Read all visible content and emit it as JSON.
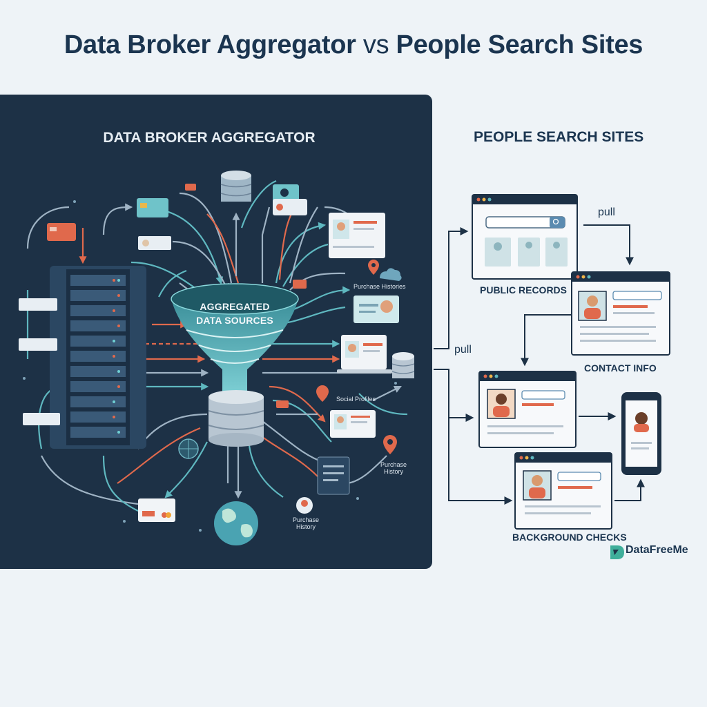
{
  "title": {
    "part1": "Data Broker Aggregator",
    "vs": "vs",
    "part2": "People Search Sites"
  },
  "left_panel": {
    "heading": "DATA BROKER AGGREGATOR",
    "funnel_line1": "AGGREGATED",
    "funnel_line2": "DATA SOURCES",
    "tiny_labels": {
      "purchase_histories": "Purchase Histories",
      "social_profiles": "Social Profiles",
      "purchase_history_a": "Purchase History",
      "purchase_history_b": "Purchase History"
    }
  },
  "right_panel": {
    "heading": "PEOPLE SEARCH SITES",
    "labels": {
      "public_records": "PUBLIC RECORDS",
      "contact_info": "CONTACT INFO",
      "background_checks": "BACKGROUND CHECKS"
    },
    "pull_top": "pull",
    "pull_left": "pull"
  },
  "brand": {
    "name": "DataFreeMe"
  },
  "colors": {
    "navy": "#1d3146",
    "teal": "#4fb8c0",
    "coral": "#e0694c",
    "background": "#eef3f7"
  }
}
